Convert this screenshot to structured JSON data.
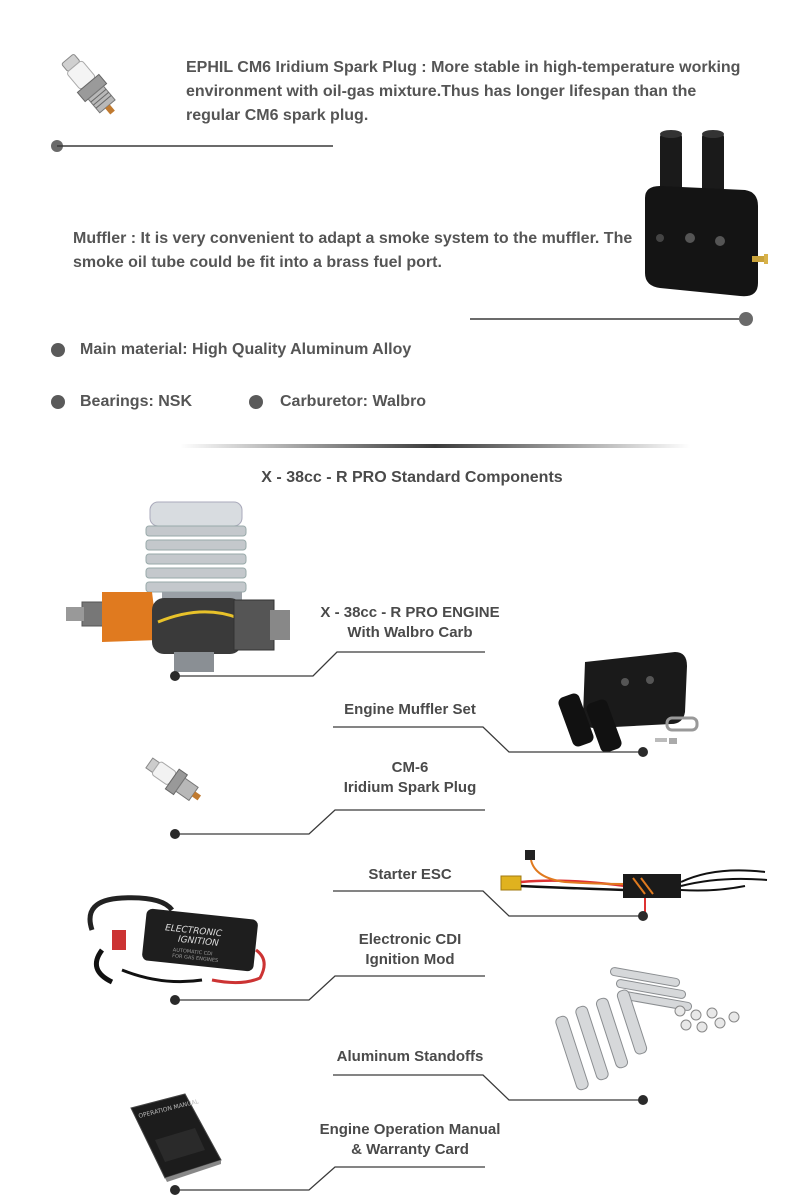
{
  "features": {
    "spark_plug_text": "EPHIL CM6 Iridium Spark Plug : More stable in high-temperature working environment with oil-gas mixture.Thus has longer lifespan than the regular CM6 spark plug.",
    "muffler_text": "Muffler : It is very convenient to adapt a smoke system to the muffler. The smoke oil tube could be fit into a brass fuel port.",
    "bullets": [
      "Main material: High Quality Aluminum Alloy",
      "Bearings: NSK",
      "Carburetor: Walbro"
    ]
  },
  "components": {
    "title": "X - 38cc - R PRO Standard Components",
    "items": [
      {
        "line1": "X - 38cc - R PRO ENGINE",
        "line2": "With Walbro Carb"
      },
      {
        "line1": "Engine Muffler Set",
        "line2": ""
      },
      {
        "line1": "CM-6",
        "line2": "Iridium Spark Plug"
      },
      {
        "line1": "Starter ESC",
        "line2": ""
      },
      {
        "line1": "Electronic CDI",
        "line2": "Ignition Mod"
      },
      {
        "line1": "Aluminum Standoffs",
        "line2": ""
      },
      {
        "line1": "Engine Operation Manual",
        "line2": "& Warranty Card"
      }
    ]
  },
  "images": {
    "cdi_label_line1": "ELECTRONIC",
    "cdi_label_line2": "IGNITION",
    "cdi_sub_line1": "AUTOMATIC CDI",
    "cdi_sub_line2": "FOR GAS ENGINES",
    "manual_label": "OPERATION MANUAL"
  },
  "colors": {
    "text": "#555555",
    "accent_orange": "#e07a1f",
    "line": "#3a3a3a"
  }
}
